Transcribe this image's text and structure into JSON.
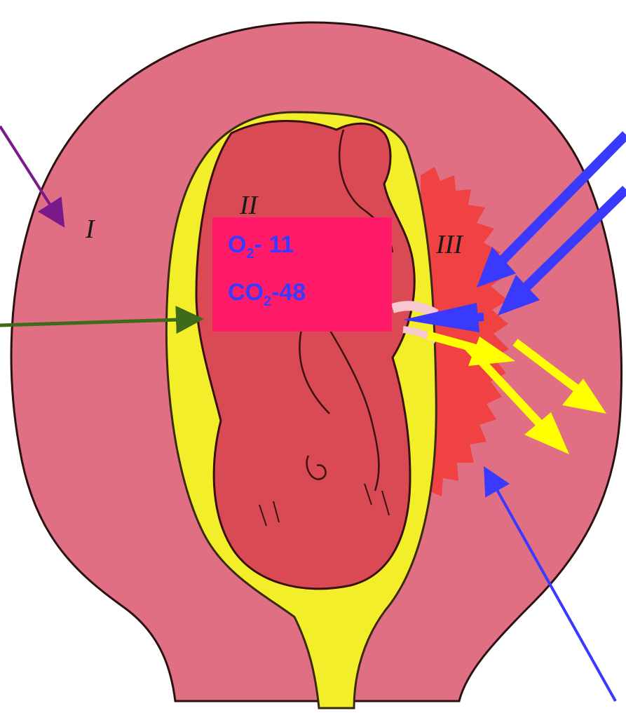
{
  "labels": {
    "region_1": "I",
    "region_2": "II",
    "region_3": "III"
  },
  "gas_values": {
    "o2": {
      "symbol": "O",
      "subscript": "2",
      "value": "- 11"
    },
    "co2": {
      "symbol": "CO",
      "subscript": "2",
      "value": "-48"
    }
  },
  "colors": {
    "uterus": "#e06f84",
    "amniotic_fluid": "#f2ef2a",
    "fetus": "#d94a55",
    "placenta": "#f23c3c",
    "gas_box": "#ff1a6a",
    "gas_text": "#3a3aff",
    "arrow_blue": "#3a3aff",
    "arrow_yellow": "#ffff00",
    "arrow_purple": "#7a1a8a",
    "arrow_green": "#3d6b1a"
  }
}
